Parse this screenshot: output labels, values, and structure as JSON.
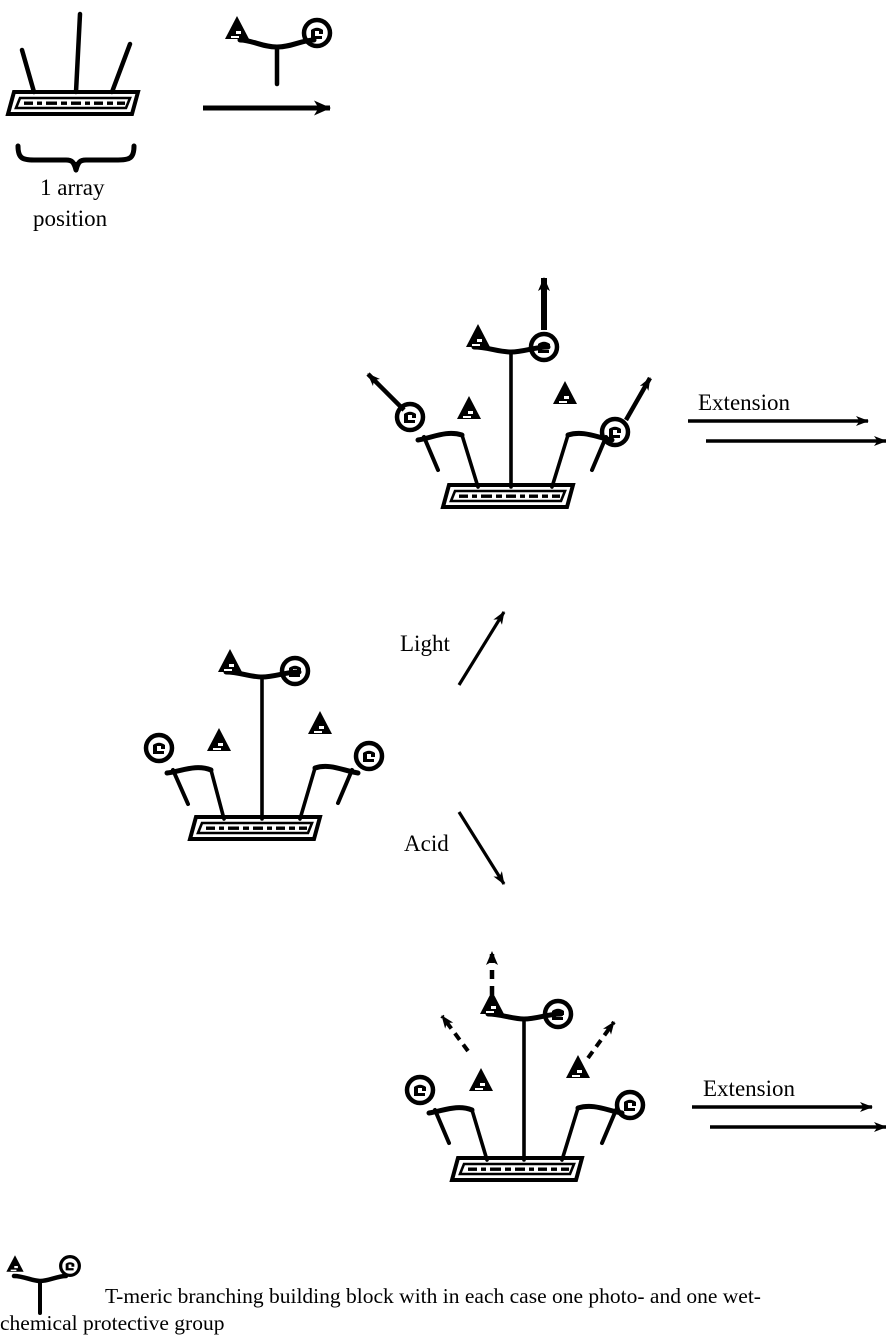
{
  "figure": {
    "kind": "reaction-scheme-diagram",
    "title_text_visible": false,
    "ink_color": "#000000",
    "background_color": "#ffffff"
  },
  "labels": {
    "array_position_line1": "1 array",
    "array_position_line2": "position",
    "extension_top": "Extension",
    "extension_bottom": "Extension",
    "light": "Light",
    "acid": "Acid"
  },
  "caption": {
    "line1": "T-meric branching building block with in each case one photo- and one wet-",
    "line2": "chemical protective group"
  },
  "icons": {
    "photo_protective_group": "filled-triangle-icon",
    "wet_chemical_protective_group": "circle-glyph-icon",
    "substrate": "array-chip-slab-icon",
    "brace": "curly-brace-icon",
    "arrow_right": "arrow-right-icon",
    "arrow_up": "arrow-up-icon",
    "arrow_up_right": "arrow-up-right-icon",
    "arrow_down_right": "arrow-down-right-icon",
    "arrow_dashed_up": "dashed-arrow-up-icon"
  },
  "chart_data": {
    "type": "diagram",
    "title": "",
    "stages": [
      {
        "id": "stage-initial-array",
        "label": "1 array position",
        "substrate_linkers": 3,
        "building_blocks": 0,
        "notes": "Bare array position on substrate with three linker strands"
      },
      {
        "id": "stage-building-block-legend-top",
        "label": "",
        "building_blocks": 1,
        "photo_groups": 1,
        "wet_chemical_groups": 1,
        "notes": "Single T-meric building block shown above first extension arrow"
      },
      {
        "id": "stage-upper-dendrimer",
        "label": "",
        "building_blocks": 3,
        "photo_groups": 3,
        "wet_chemical_groups": 3,
        "released_groups": 3,
        "release_arrows": 3,
        "notes": "Branched structure, three protective groups leaving"
      },
      {
        "id": "stage-middle-dendrimer",
        "label": "",
        "building_blocks": 3,
        "photo_groups": 3,
        "wet_chemical_groups": 3,
        "released_groups": 0,
        "notes": "Fully protected branched structure, branch point for Light / Acid"
      },
      {
        "id": "stage-lower-dendrimer",
        "label": "",
        "building_blocks": 3,
        "photo_groups": 3,
        "wet_chemical_groups": 3,
        "released_groups": 3,
        "release_arrows": 3,
        "notes": "Acid-deprotected branched structure with dashed release arrows"
      }
    ],
    "transitions": [
      {
        "from": "stage-initial-array",
        "to": "stage-upper-dendrimer",
        "label": "",
        "direction": "right"
      },
      {
        "from": "stage-upper-dendrimer",
        "to": "",
        "label": "Extension",
        "direction": "right",
        "arrow_count": 2
      },
      {
        "from": "stage-middle-dendrimer",
        "to": "stage-upper-dendrimer",
        "label": "Light",
        "direction": "up-right"
      },
      {
        "from": "stage-middle-dendrimer",
        "to": "stage-lower-dendrimer",
        "label": "Acid",
        "direction": "down-right"
      },
      {
        "from": "stage-lower-dendrimer",
        "to": "",
        "label": "Extension",
        "direction": "right",
        "arrow_count": 2
      }
    ],
    "legend": [
      {
        "symbol": "T-shaped building block with filled triangle and circle",
        "text": "T-meric branching building block with in each case one photo- and one wet-chemical protective group"
      }
    ]
  }
}
